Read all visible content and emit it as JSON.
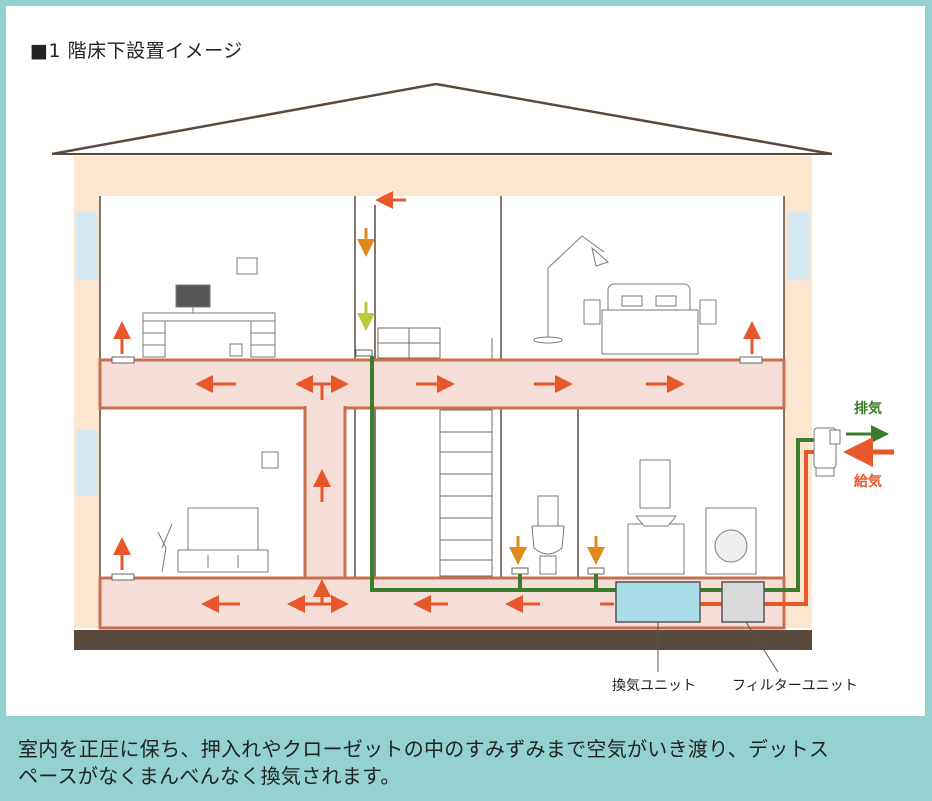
{
  "heading": "■1 階床下設置イメージ",
  "labels": {
    "exhaust": "排気",
    "supply": "給気",
    "ventilation_unit": "換気ユニット",
    "filter_unit": "フィルターユニット"
  },
  "caption_line1": "室内を正圧に保ち、押入れやクローゼットの中のすみずみまで空気がいき渡り、デットス",
  "caption_line2": "ペースがなくまんべんなく換気されます。",
  "colors": {
    "background": "#94d2d2",
    "wall": "#fde6cf",
    "duct_fill": "#f5ddd8",
    "duct_border": "#c8704e",
    "supply_arrow": "#e8572a",
    "exhaust_line": "#3a7d2a",
    "down_arrow": "#e08a1e",
    "ventilation_unit": "#a8dce6",
    "filter_unit": "#d9d9d9",
    "foundation": "#5a4a3e"
  }
}
